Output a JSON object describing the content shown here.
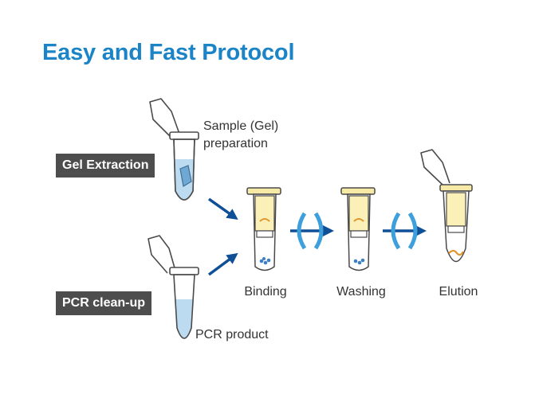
{
  "title": "Easy and Fast Protocol",
  "labels": {
    "gel_extraction": "Gel Extraction",
    "pcr_cleanup": "PCR clean-up"
  },
  "annotations": {
    "sample_line1": "Sample (Gel)",
    "sample_line2": "preparation",
    "pcr_product": "PCR product"
  },
  "steps": [
    "Binding",
    "Washing",
    "Elution"
  ],
  "colors": {
    "title": "#1a84c7",
    "arrow": "#0f4f95",
    "label_bg": "#4d4d4d",
    "liquid": "#bcdaf0",
    "column_fill": "#fbf1b8",
    "rotate": "#3d9fdc"
  }
}
